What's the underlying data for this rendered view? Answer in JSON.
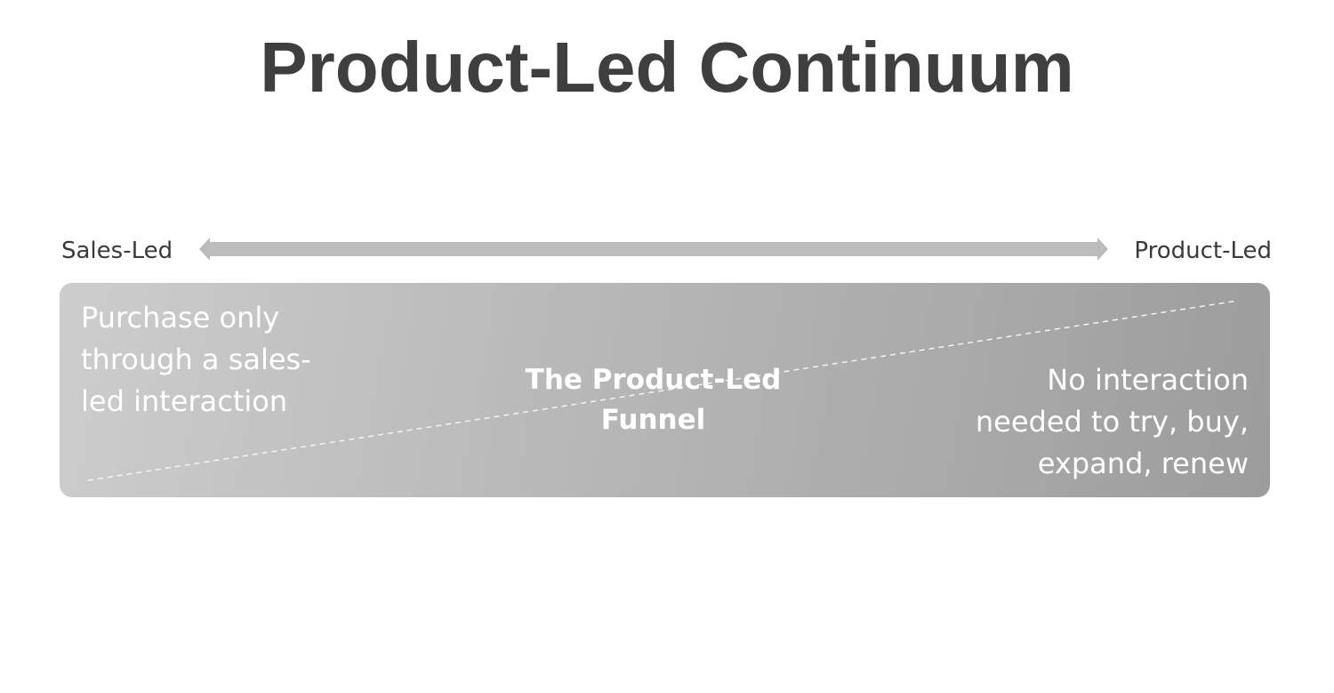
{
  "title": "Product-Led Continuum",
  "continuum": {
    "left_label": "Sales-Led",
    "right_label": "Product-Led"
  },
  "panel": {
    "left_text_lines": [
      "Purchase only",
      "through a sales-",
      "led interaction"
    ],
    "center_text_lines": [
      "The Product-Led",
      "Funnel"
    ],
    "right_text_lines": [
      "No interaction",
      "needed to try, buy,",
      "expand, renew"
    ]
  },
  "colors": {
    "title": "#3f3f3f",
    "label": "#3a3a3a",
    "arrow": "#bcbcbc",
    "panel_light": "#cdcdcd",
    "panel_dark": "#9c9c9c",
    "panel_text": "#ffffff"
  },
  "icons": {
    "arrow": "double-headed-arrow-icon"
  }
}
